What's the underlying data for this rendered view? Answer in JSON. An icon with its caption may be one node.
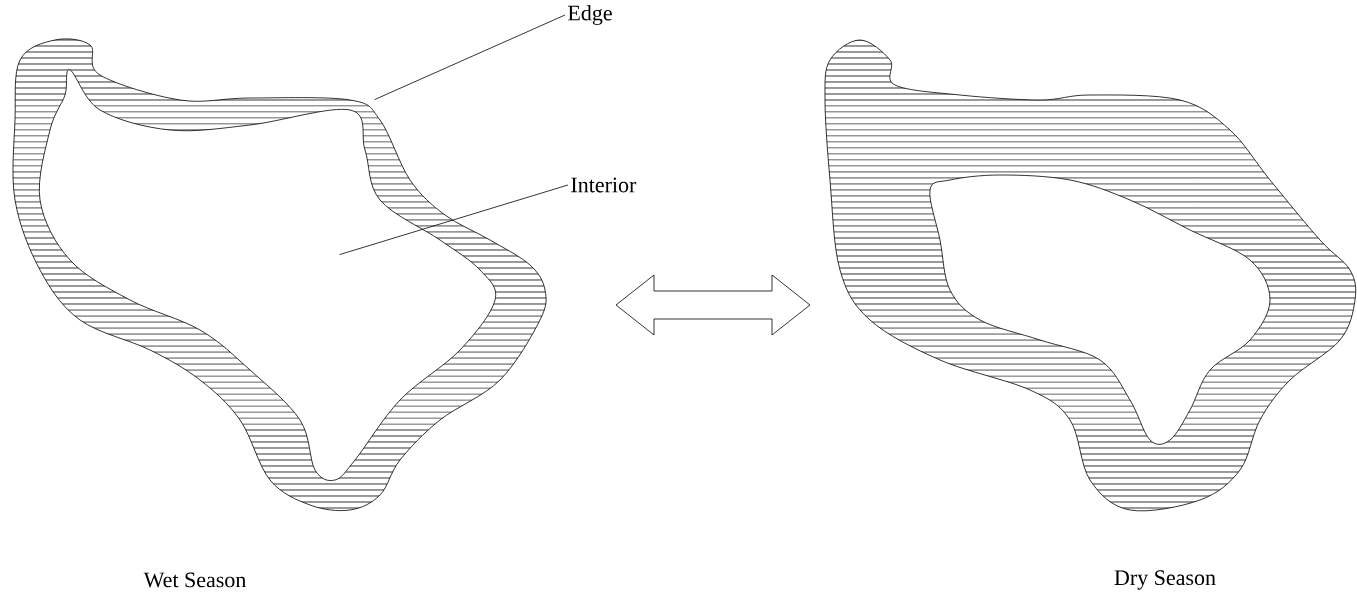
{
  "diagram": {
    "nodes": [
      {
        "text": [],
        "shape": "picture",
        "beside": [
          "Wet Season"
        ]
      },
      {
        "text": [],
        "shape": "picture",
        "beside": [
          "Dry Season"
        ]
      },
      {
        "text": [
          "Edge"
        ]
      },
      {
        "text": [
          "Interior"
        ]
      }
    ],
    "edges": [
      {
        "from": 0,
        "to": 1,
        "arrow": "both"
      },
      {
        "from": 2,
        "to": 0,
        "arrow": "none"
      },
      {
        "from": 3,
        "to": 0,
        "arrow": "none"
      }
    ]
  }
}
